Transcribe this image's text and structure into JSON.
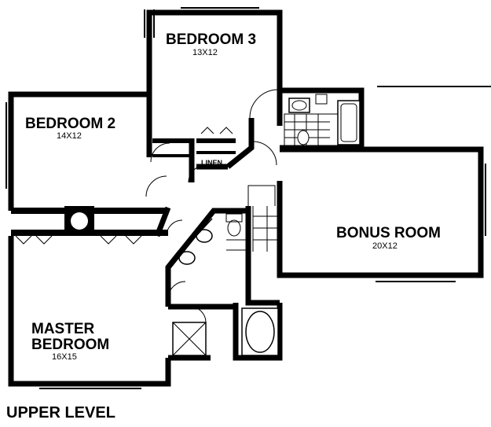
{
  "rooms": {
    "bedroom3": {
      "name": "BEDROOM 3",
      "size": "13X12"
    },
    "bedroom2": {
      "name": "BEDROOM 2",
      "size": "14X12"
    },
    "bonus": {
      "name": "BONUS ROOM",
      "size": "20X12"
    },
    "master": {
      "name_line1": "MASTER",
      "name_line2": "BEDROOM",
      "size": "16X15"
    },
    "linen": {
      "name": "LINEN"
    }
  },
  "level_label": "UPPER LEVEL"
}
